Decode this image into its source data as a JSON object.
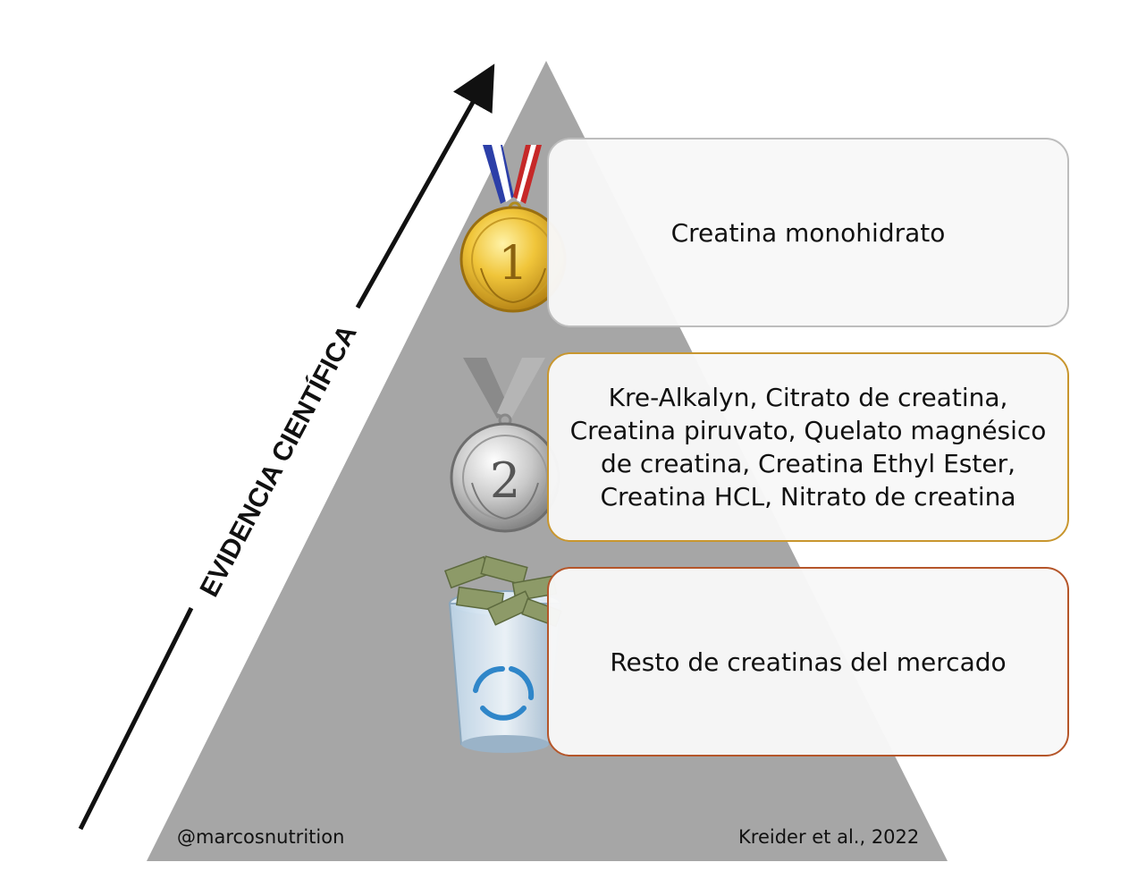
{
  "axis_label": "EVIDENCIA CIENTÍFICA",
  "tiers": [
    {
      "icon": "gold-medal-icon",
      "lines": [
        "Creatina monohidrato"
      ]
    },
    {
      "icon": "silver-medal-icon",
      "lines": [
        "Kre-Alkalyn, Citrato de creatina,",
        "Creatina piruvato, Quelato magnésico",
        "de creatina, Creatina Ethyl Ester,",
        "Creatina HCL, Nitrato de creatina"
      ]
    },
    {
      "icon": "trash-can-money-icon",
      "lines": [
        "Resto de creatinas del mercado"
      ]
    }
  ],
  "medal_numbers": {
    "gold": "1",
    "silver": "2"
  },
  "footer": {
    "credit": "@marcosnutrition",
    "reference": "Kreider et al., 2022"
  },
  "colors": {
    "pyramid": "#a6a6a6",
    "gold": "#e6b422",
    "silver": "#b8b8b8",
    "tier1_border": "#bdbdbd",
    "tier2_border": "#c8962e",
    "tier3_border": "#b5562a"
  }
}
